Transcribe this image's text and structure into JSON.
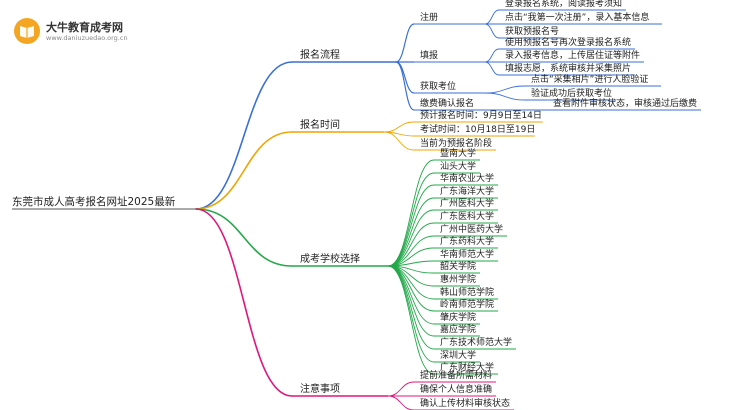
{
  "logo": {
    "title": "大牛教育成考网",
    "url": "www.daniuzuedao.org.cn"
  },
  "root": "东莞市成人高考报名网址2025最新",
  "colors": {
    "flow": "#3a6fd8",
    "time": "#f0a400",
    "school": "#23a84a",
    "notes": "#e0177a"
  },
  "branches": [
    {
      "key": "flow",
      "label": "报名流程",
      "items": [
        {
          "label": "注册",
          "items": [
            "登录报名系统，阅读报考须知",
            "点击“我第一次注册”，录入基本信息",
            "获取预报名号"
          ]
        },
        {
          "label": "填报",
          "items": [
            "使用预报名号再次登录报名系统",
            "录入报考信息，上传居住证等附件",
            "填报志愿，系统审核并采集照片"
          ]
        },
        {
          "label": "获取考位",
          "items": [
            "点击“采集相片”进行人脸验证",
            "验证成功后获取考位"
          ]
        },
        {
          "label": "缴费确认报名",
          "items": [
            "查看附件审核状态，审核通过后缴费"
          ]
        }
      ]
    },
    {
      "key": "time",
      "label": "报名时间",
      "items": [
        "预计报名时间：9月9日至14日",
        "考试时间：10月18日至19日",
        "当前为预报名阶段"
      ]
    },
    {
      "key": "school",
      "label": "成考学校选择",
      "items": [
        "暨南大学",
        "汕头大学",
        "华南农业大学",
        "广东海洋大学",
        "广州医科大学",
        "广东医科大学",
        "广州中医药大学",
        "广东药科大学",
        "华南师范大学",
        "韶关学院",
        "惠州学院",
        "韩山师范学院",
        "岭南师范学院",
        "肇庆学院",
        "嘉应学院",
        "广东技术师范大学",
        "深圳大学",
        "广东财经大学"
      ]
    },
    {
      "key": "notes",
      "label": "注意事项",
      "items": [
        "提前准备所需材料",
        "确保个人信息准确",
        "确认上传材料审核状态"
      ]
    }
  ]
}
